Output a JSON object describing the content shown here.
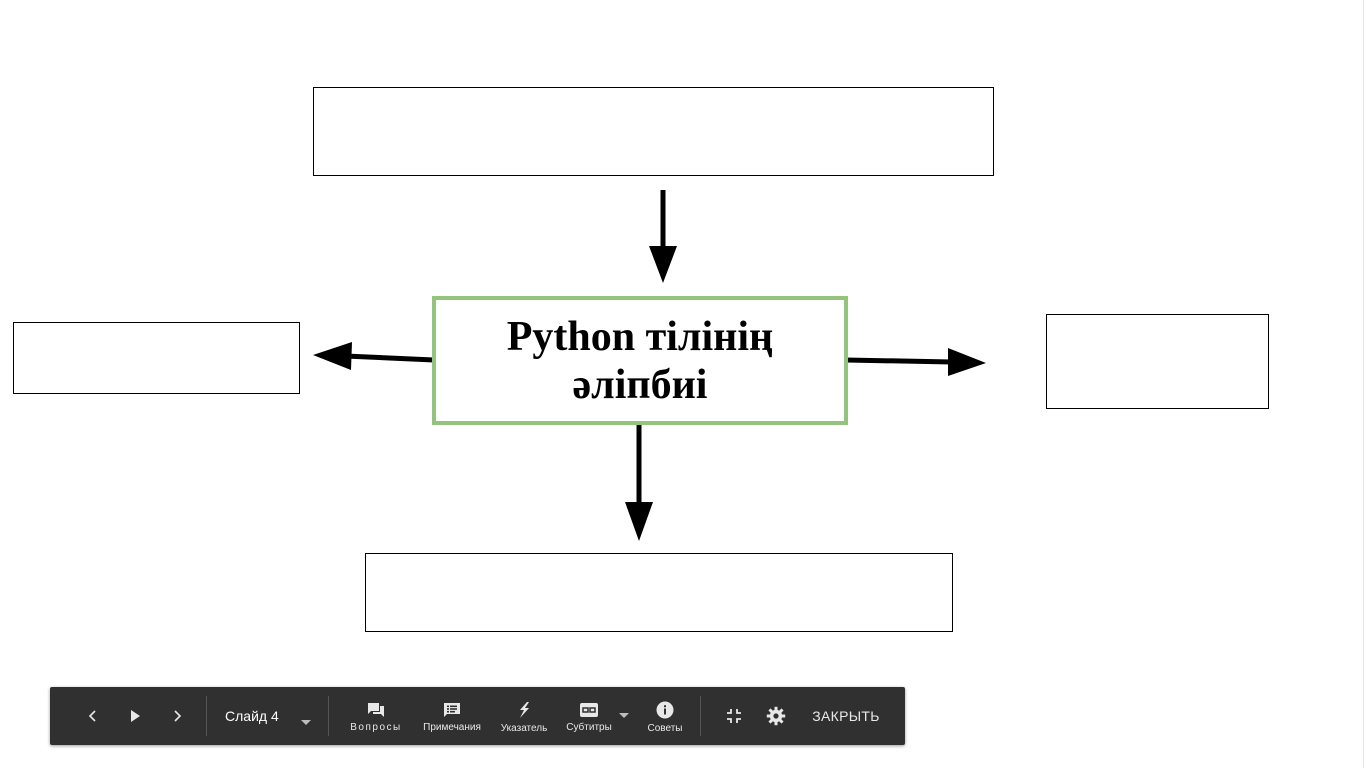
{
  "slide": {
    "center_title": "Python тілінің әліпбиі",
    "center_border_color": "#93c47d"
  },
  "toolbar": {
    "prev_icon": "chevron-left-icon",
    "play_icon": "play-icon",
    "next_icon": "chevron-right-icon",
    "slide_label": "Слайд 4",
    "questions_label": "Вопросы",
    "notes_label": "Примечания",
    "pointer_label": "Указатель",
    "captions_label": "Субтитры",
    "tips_label": "Советы",
    "close_label": "ЗАКРЫТЬ",
    "background_color": "#303030"
  }
}
